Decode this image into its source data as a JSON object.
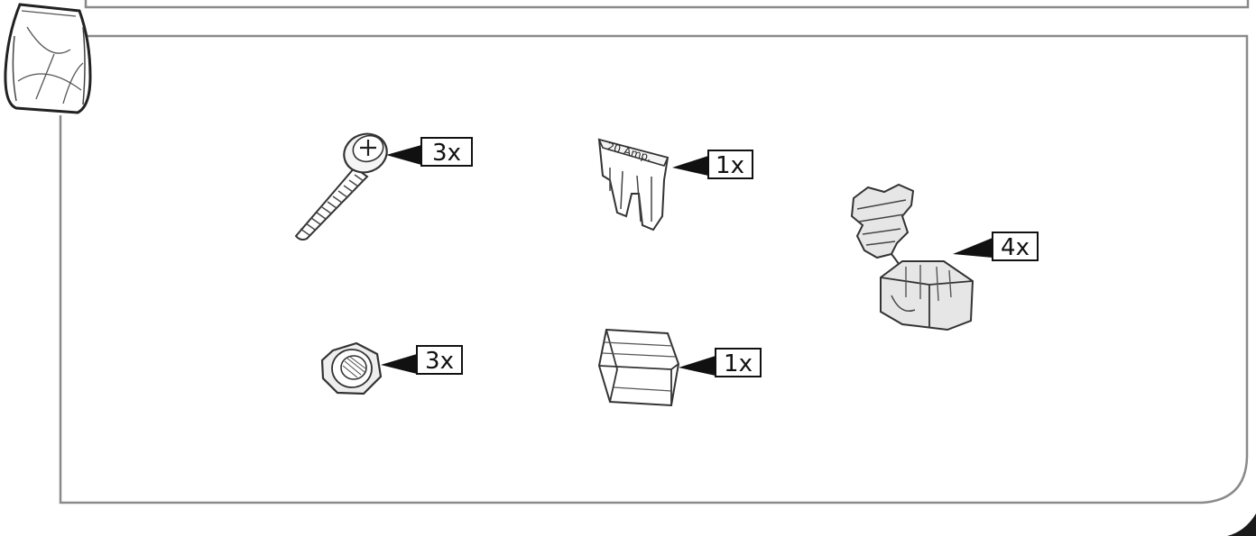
{
  "parts": [
    {
      "name": "screw",
      "qty": "3x"
    },
    {
      "name": "fuse",
      "qty": "1x",
      "rating": "20 Amp."
    },
    {
      "name": "wire-tap-connector",
      "qty": "4x"
    },
    {
      "name": "hex-nut",
      "qty": "3x"
    },
    {
      "name": "fuse-holder-cover",
      "qty": "1x"
    }
  ],
  "colors": {
    "frame_stroke": "#8a8a8a",
    "callout_fill": "#111111",
    "part_stroke": "#333333",
    "part_fill": "#e6e6e6",
    "corner_fill": "#1a1a1a"
  }
}
